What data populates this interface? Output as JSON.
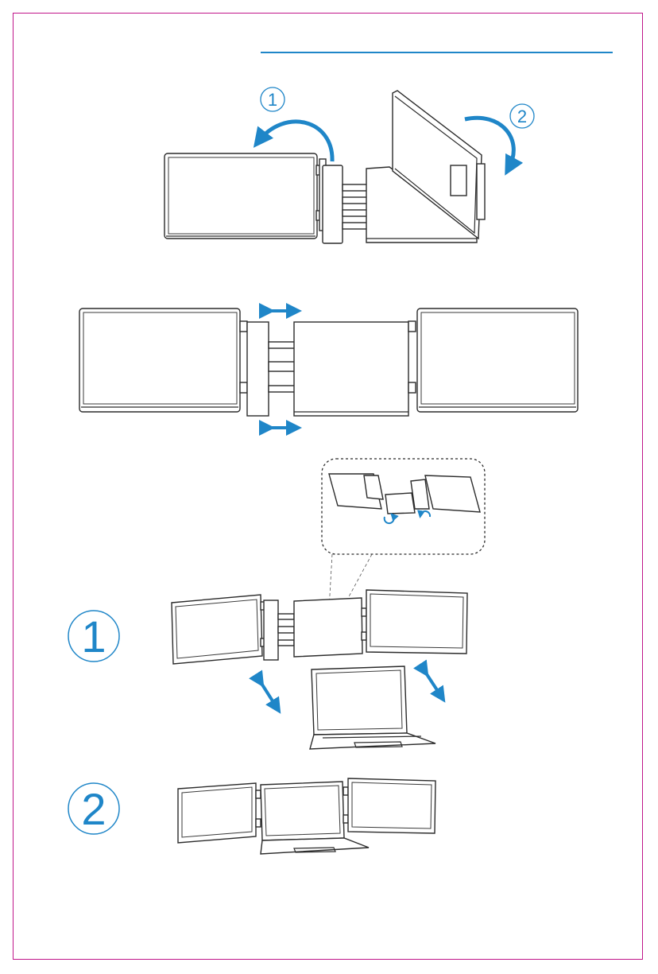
{
  "colors": {
    "accent": "#1f86c8",
    "frame": "#c0168a",
    "line": "#2b2b2b"
  },
  "step_rotate": {
    "label_1": "1",
    "label_2": "2"
  },
  "usage": {
    "mode_1": "1",
    "mode_2": "2"
  },
  "icons": [
    "rotate-arrow-icon",
    "double-arrow-icon",
    "rotate-small-icon"
  ]
}
